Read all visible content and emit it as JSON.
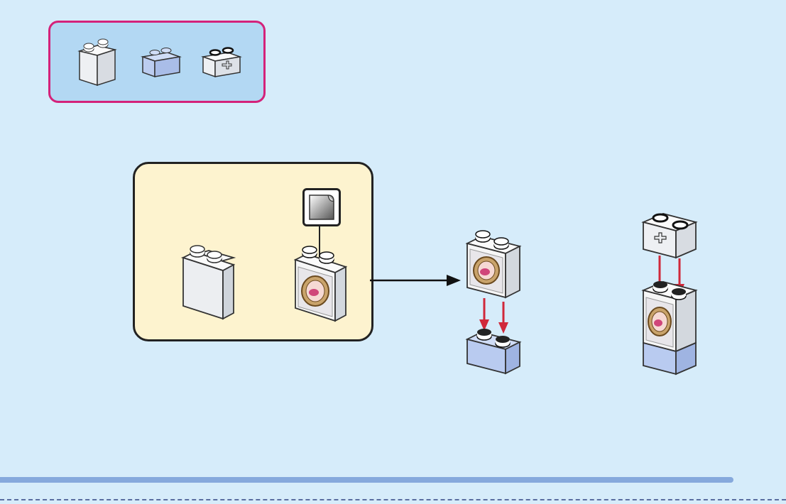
{
  "colors": {
    "background": "#d6ecfa",
    "parts_panel_fill": "#b3d8f3",
    "parts_panel_border": "#d4227a",
    "sub_assembly_fill": "#fdf3cf",
    "white_brick": "#f4f5f7",
    "light_blue_brick": "#b7cdf0",
    "placement_arrow": "#d0283a",
    "bottom_rule": "#86a9dc"
  },
  "parts_list": [
    {
      "icon": "white-brick-1x2x2-icon",
      "color": "white"
    },
    {
      "icon": "light-blue-brick-1x2-icon",
      "color": "light-blue"
    },
    {
      "icon": "white-brick-1x2-axle-hole-icon",
      "color": "white"
    }
  ],
  "sub_assembly": {
    "parts": [
      "white-brick-1x2x2-icon",
      "printed-mirror-brick-icon"
    ],
    "sticker_callout": "sticker-icon"
  },
  "steps": [
    {
      "name": "attach-mirror-brick-to-blue-brick"
    },
    {
      "name": "attach-top-axle-brick"
    }
  ]
}
